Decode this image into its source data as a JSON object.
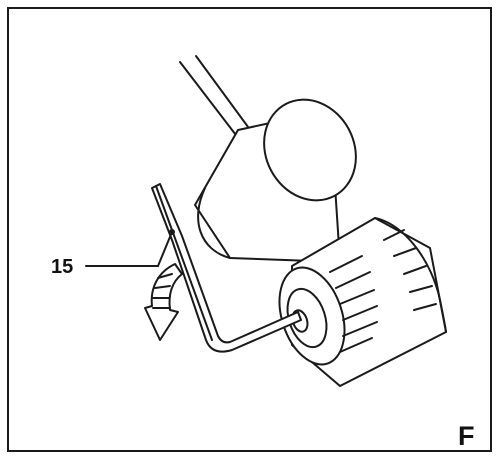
{
  "figure": {
    "letter": "F",
    "callouts": [
      {
        "number": "15",
        "target": "hex key"
      }
    ]
  },
  "colors": {
    "line": "#1a1a1a",
    "fill": "#ffffff",
    "arrow_fill": "#ffffff"
  }
}
